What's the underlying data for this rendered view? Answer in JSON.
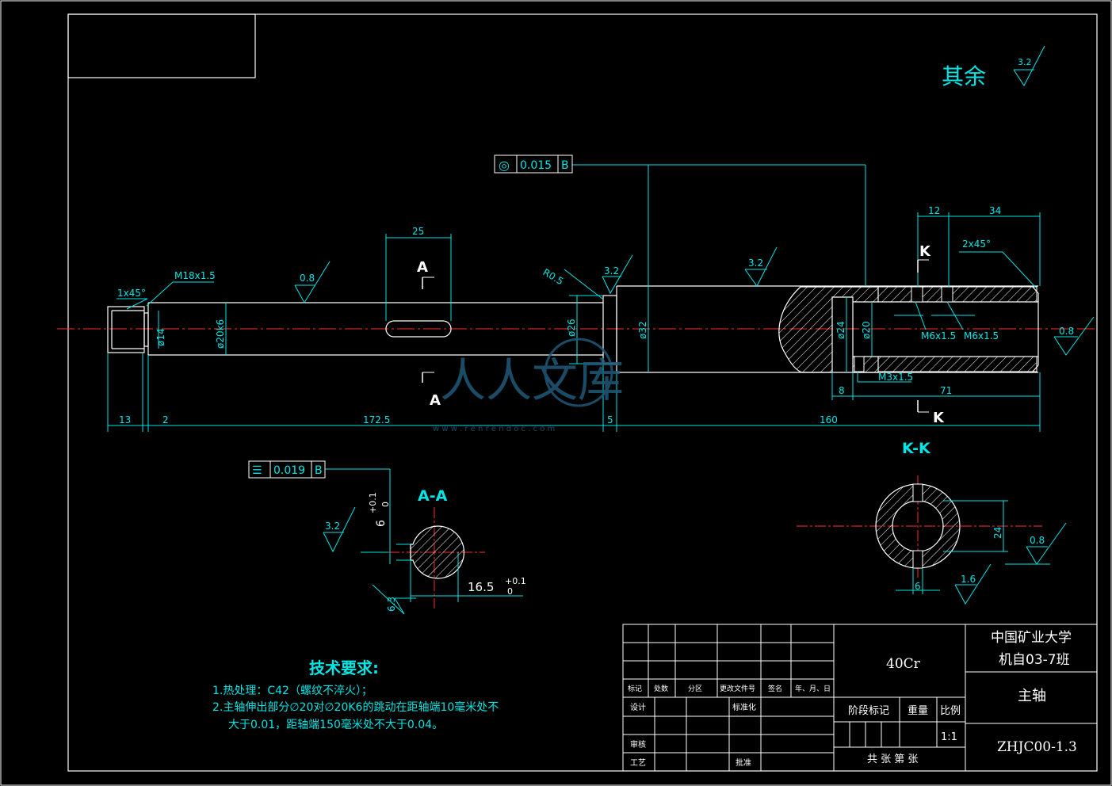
{
  "colors": {
    "background": "#000000",
    "frame": "#ffffff",
    "part": "#ffffff",
    "dimension": "#00e5e5",
    "centerline": "#ff2a2a",
    "hatch": "#ffffff",
    "watermark": "#1f5a7a"
  },
  "roughness": {
    "general_label": "其余",
    "general_value": "3.2",
    "values": [
      "0.8",
      "3.2",
      "3.2",
      "0.8",
      "3.2",
      "6.3",
      "0.8",
      "1.6"
    ]
  },
  "tolerance_frames": [
    {
      "symbol": "◎",
      "value": "0.015",
      "datum": "B"
    },
    {
      "symbol": "☰",
      "value": "0.019",
      "datum": "B"
    }
  ],
  "dimensions": {
    "chamfer_left": "1x45°",
    "thread_left": "M18x1.5",
    "dia_14": "ø14",
    "dia_20k6": "ø20k6",
    "keyway_len": "25",
    "radius": "R0.5",
    "dia_26": "ø26",
    "dia_32": "ø32",
    "dia_24": "ø24",
    "dia_20": "ø20",
    "len_12": "12",
    "len_34": "34",
    "chamfer_right": "2x45°",
    "thread_m6_a": "M6x1.5",
    "thread_m6_b": "M6x1.5",
    "thread_m3": "M3x1.5",
    "len_8": "8",
    "len_71": "71",
    "len_13": "13",
    "len_2": "2",
    "len_172_5": "172.5",
    "len_5": "5",
    "len_160": "160",
    "key_width": "6",
    "key_width_tol_up": "+0.1",
    "key_width_tol_low": "0",
    "key_depth": "16.5",
    "key_depth_tol_up": "+0.1",
    "key_depth_tol_low": "0",
    "kk_24": "24",
    "kk_6": "6"
  },
  "sections": {
    "a_mark": "A",
    "k_mark": "K",
    "a_title": "A-A",
    "k_title": "K-K"
  },
  "watermark": {
    "text": "人人文库",
    "sub": "w w w . r e n r e n d o c . c o m"
  },
  "tech_requirements": {
    "title": "技术要求:",
    "line1": "1.热处理：C42（螺纹不淬火）；",
    "line2": "2.主轴伸出部分∅20对∅20K6的跳动在距轴端10毫米处不",
    "line3": "大于0.01，距轴端150毫米处不大于0.04。"
  },
  "title_block": {
    "school": "中国矿业大学",
    "class_name": "机自03-7班",
    "material": "40Cr",
    "part_name": "主轴",
    "drawing_no": "ZHJC00-1.3",
    "scale": "1:1",
    "stage_mark": "阶段标记",
    "weight": "重量",
    "ratio": "比例",
    "sheets": "共  张  第  张",
    "row_labels": [
      "标记",
      "处数",
      "分区",
      "更改文件号",
      "签名",
      "年、月、日"
    ],
    "design": "设计",
    "standard": "标准化",
    "review": "审核",
    "process": "工艺",
    "approve": "批准"
  }
}
